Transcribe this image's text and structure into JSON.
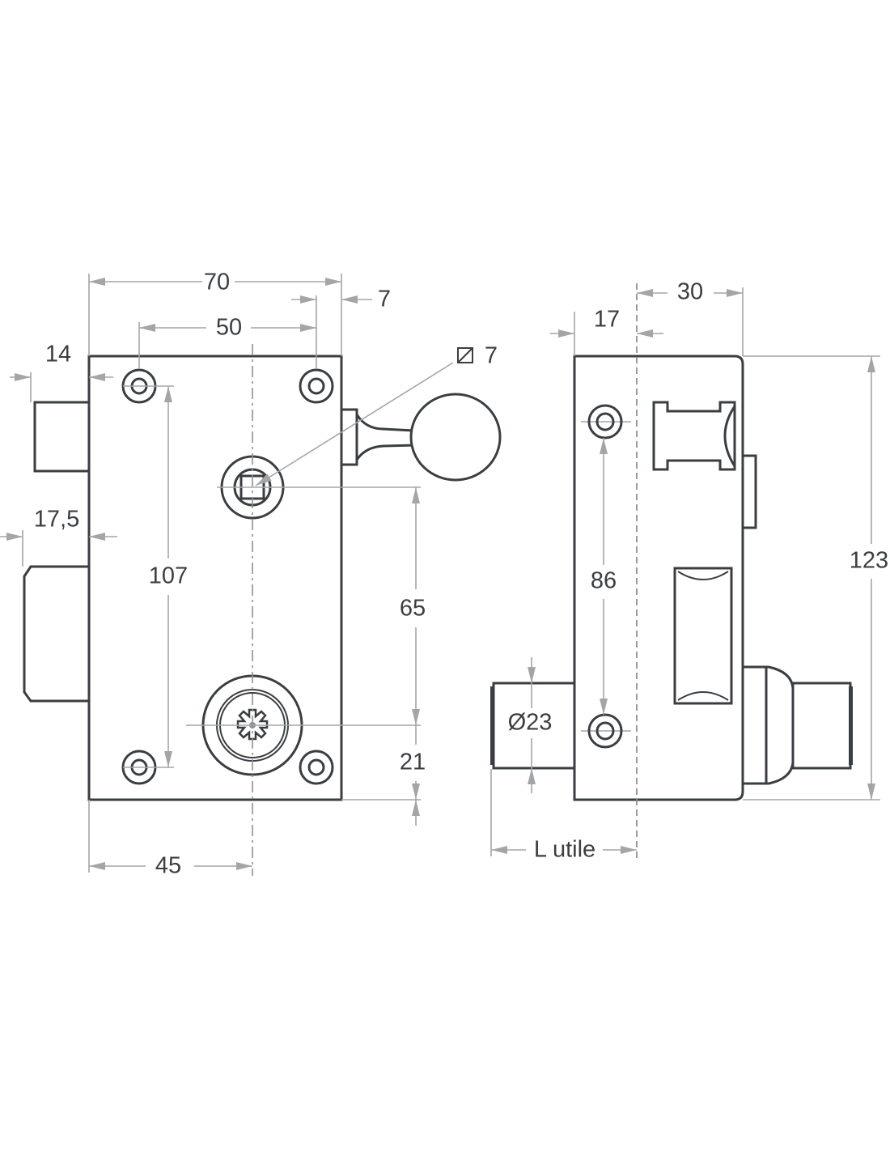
{
  "front_view": {
    "dims": {
      "width_total": "70",
      "handle_offset": "7",
      "hole_spacing_h": "50",
      "bolt_top_projection": "14",
      "bolt_bottom_projection": "17,5",
      "hole_spacing_v": "107",
      "spindle_to_cylinder": "65",
      "cylinder_to_bottom": "21",
      "cylinder_axis": "45",
      "square_spindle": "7"
    }
  },
  "side_view": {
    "dims": {
      "depth": "30",
      "axis_offset": "17",
      "height": "123",
      "hole_spacing_v": "86",
      "cylinder_diameter": "Ø23",
      "useful_length": "L utile"
    }
  },
  "colors": {
    "outline": "#3b3e41",
    "dimension": "#a3a5a7",
    "background": "#ffffff"
  }
}
